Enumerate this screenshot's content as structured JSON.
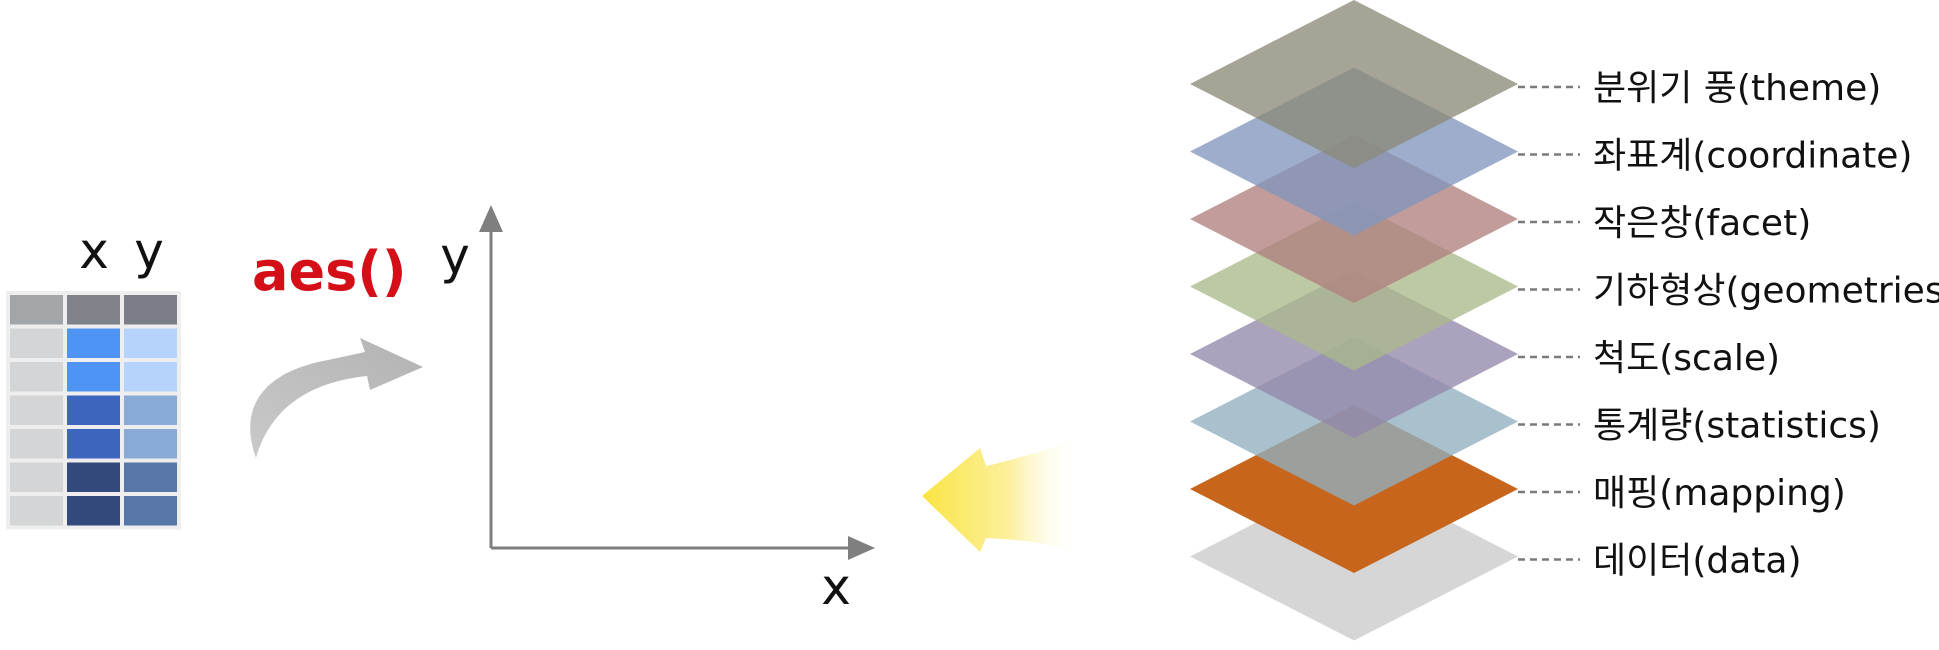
{
  "table": {
    "col_x": "x",
    "col_y": "y",
    "header_colors": [
      "#a3a6a9",
      "#7f8289",
      "#7b7e87"
    ],
    "rows": [
      [
        "#d3d5d7",
        "#4f93f5",
        "#b6d4fb"
      ],
      [
        "#d3d5d7",
        "#4f93f5",
        "#b6d4fb"
      ],
      [
        "#d3d5d7",
        "#3c66be",
        "#8aaad6"
      ],
      [
        "#d3d5d7",
        "#3c66be",
        "#8aaad6"
      ],
      [
        "#d3d5d7",
        "#33497c",
        "#5877a8"
      ],
      [
        "#d3d5d7",
        "#33497c",
        "#5877a8"
      ]
    ]
  },
  "aes": {
    "label": "aes()",
    "color": "#d40f17"
  },
  "axes": {
    "x_label": "x",
    "y_label": "y"
  },
  "layers": [
    {
      "label": "분위기 풍(theme)",
      "color": "#8c8a78"
    },
    {
      "label": "좌표계(coordinate)",
      "color": "#8196bc"
    },
    {
      "label": "작은창(facet)",
      "color": "#b0807f"
    },
    {
      "label": "기하형상(geometries)",
      "color": "#abb98a"
    },
    {
      "label": "척도(scale)",
      "color": "#9488aa"
    },
    {
      "label": "통계량(statistics)",
      "color": "#90b0bf"
    },
    {
      "label": "매핑(mapping)",
      "color": "#c8651c"
    },
    {
      "label": "데이터(data)",
      "color": "#d6d6d6"
    }
  ]
}
